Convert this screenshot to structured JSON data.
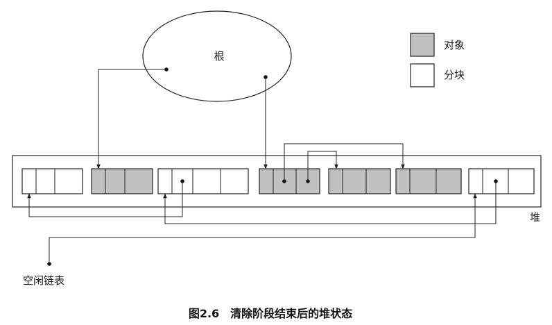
{
  "root_label": "根",
  "legend": {
    "object_label": "对象",
    "chunk_label": "分块",
    "object_color": "#c0c0c0",
    "chunk_color": "#ffffff"
  },
  "heap_label": "堆",
  "free_list_label": "空闲链表",
  "caption": "图2.6　清除阶段结束后的堆状态"
}
